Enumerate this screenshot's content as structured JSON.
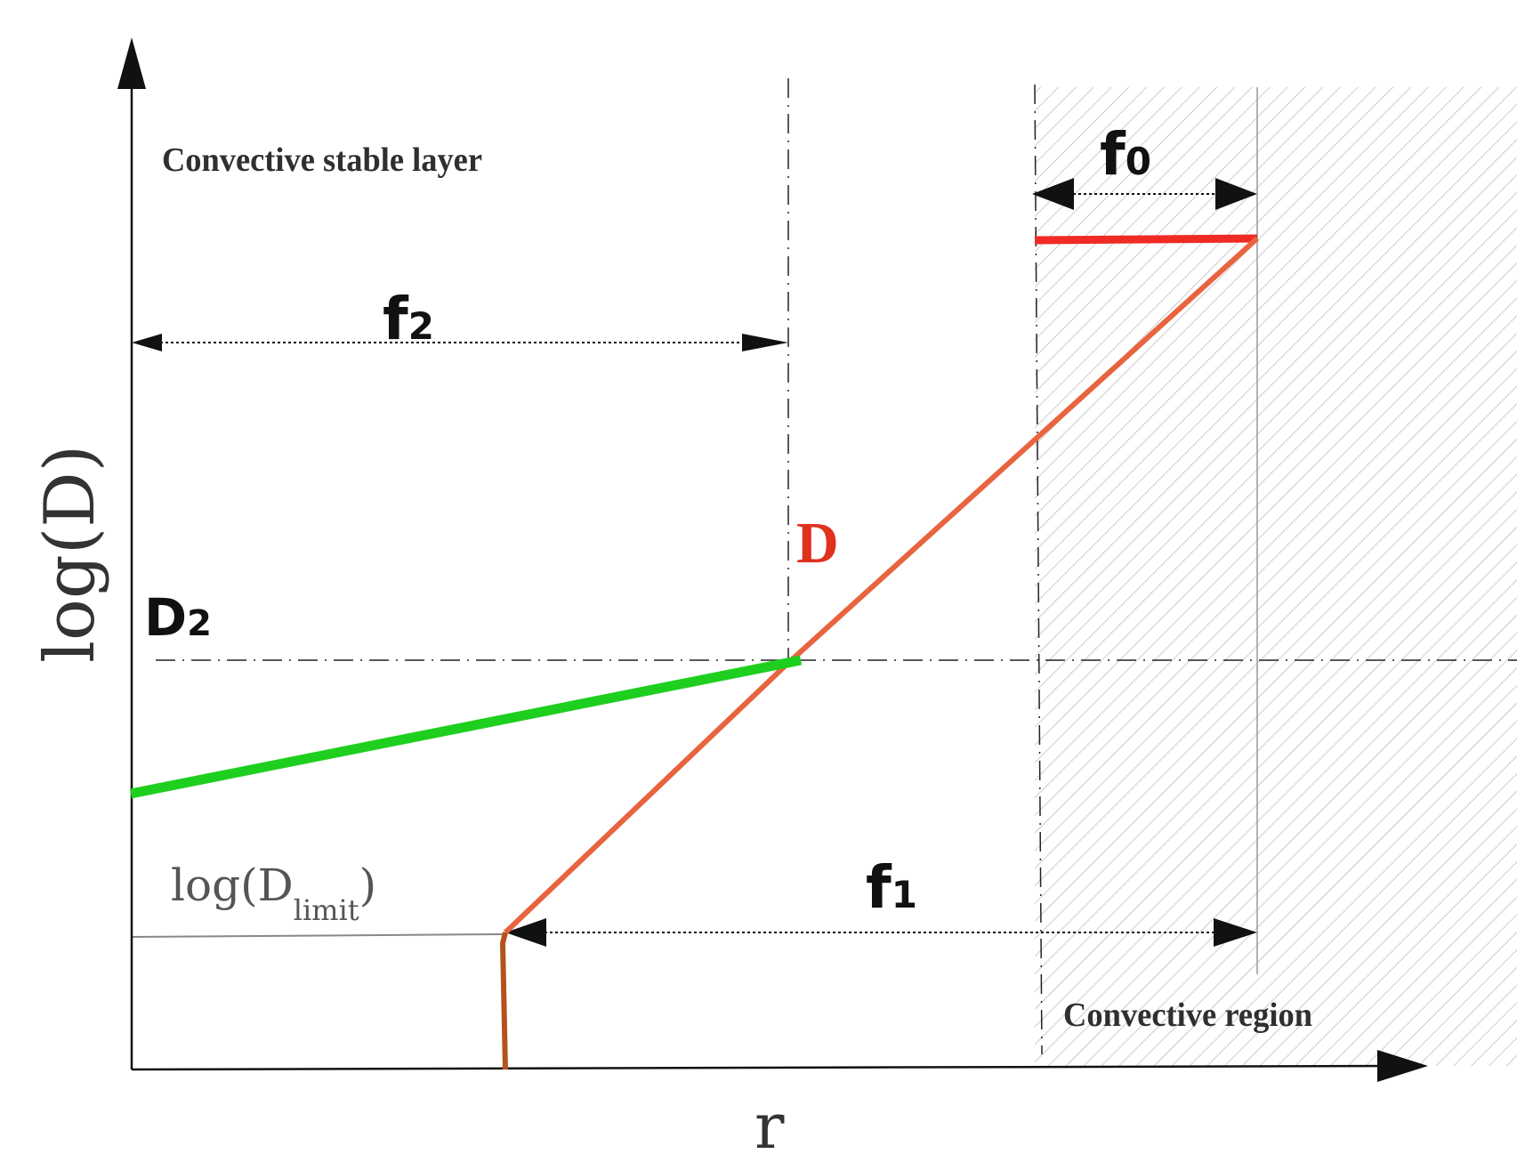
{
  "axes": {
    "x_label": "r",
    "y_label": "log(D)"
  },
  "regions": {
    "stable_layer": "Convective stable layer",
    "convective_region": "Convective region"
  },
  "labels": {
    "f0": {
      "main": "f",
      "sub": "0"
    },
    "f1": {
      "main": "f",
      "sub": "1"
    },
    "f2": {
      "main": "f",
      "sub": "2"
    },
    "D2": {
      "main": "D",
      "sub": "2"
    },
    "D": "D",
    "dlimit": {
      "prefix": "log(D",
      "sub": "limit",
      "suffix": ")"
    }
  },
  "colors": {
    "red_line": "#ef2b24",
    "orange_line": "#e8643f",
    "green_line": "#1fcf1f",
    "brown_line": "#b5521c",
    "D_label": "#e0301e",
    "hatch": "#bfbfbf",
    "text_dark": "#2f2f2f",
    "axis": "#111111"
  }
}
